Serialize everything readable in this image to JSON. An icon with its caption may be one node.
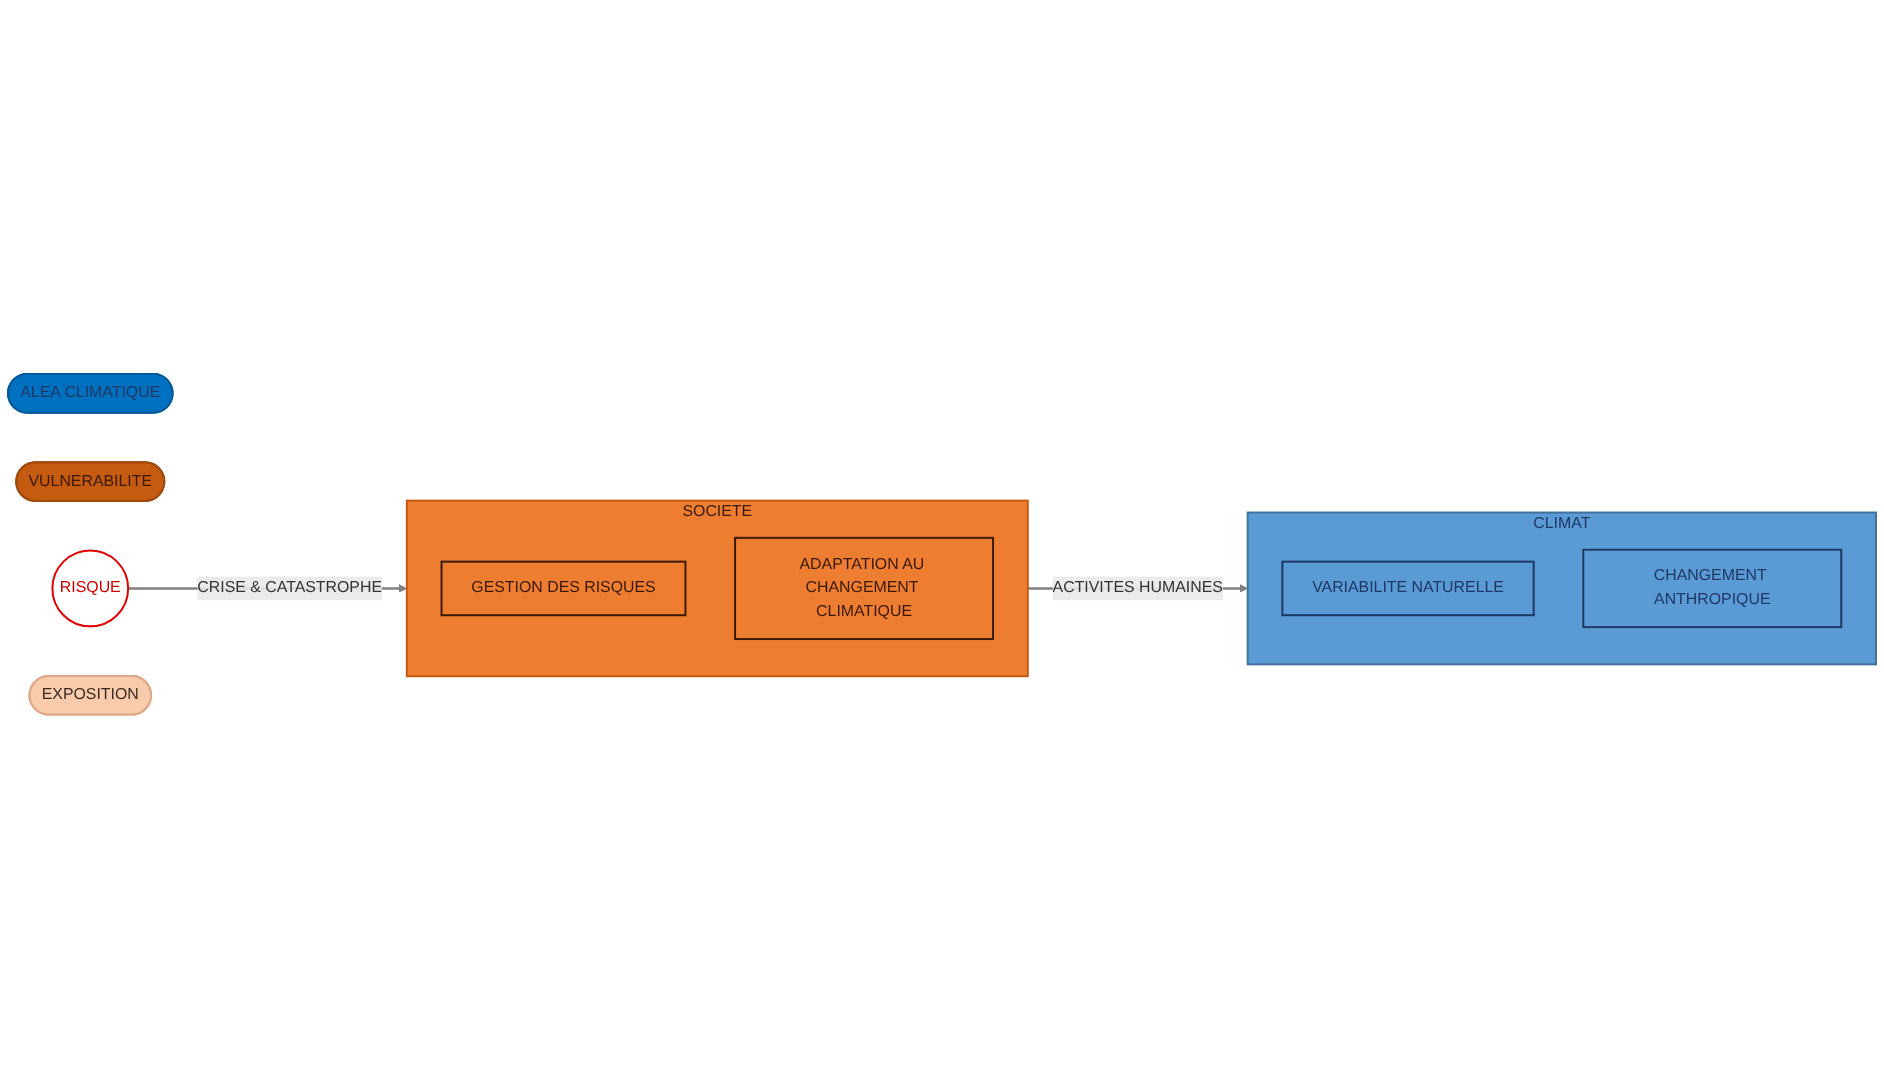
{
  "diagram": {
    "nodes": [
      {
        "text": [
          "CLIMAT"
        ]
      },
      {
        "text": [
          "VARIABILITE NATURELLE"
        ],
        "in": 0
      },
      {
        "text": [
          "CHANGEMENT ANTHROPIQUE"
        ],
        "in": 0
      },
      {
        "text": [
          "ALEA CLIMATIQUE"
        ]
      },
      {
        "text": [
          "VULNERABILITE"
        ]
      },
      {
        "text": [
          "RISQUE"
        ]
      },
      {
        "text": [
          "EXPOSITION"
        ]
      },
      {
        "text": [
          "SOCIETE"
        ]
      },
      {
        "text": [
          "GESTION DES RISQUES"
        ],
        "in": 7
      },
      {
        "text": [
          "ADAPTATION AU CHANGEMENT CLIMATIQUE"
        ],
        "in": 7
      }
    ],
    "edges": [
      {
        "from": 5,
        "to": 7,
        "arrow": "to",
        "label": "CRISE & CATASTROPHE"
      },
      {
        "from": 7,
        "to": 0,
        "arrow": "to",
        "label": "ACTIVITES HUMAINES"
      }
    ]
  }
}
